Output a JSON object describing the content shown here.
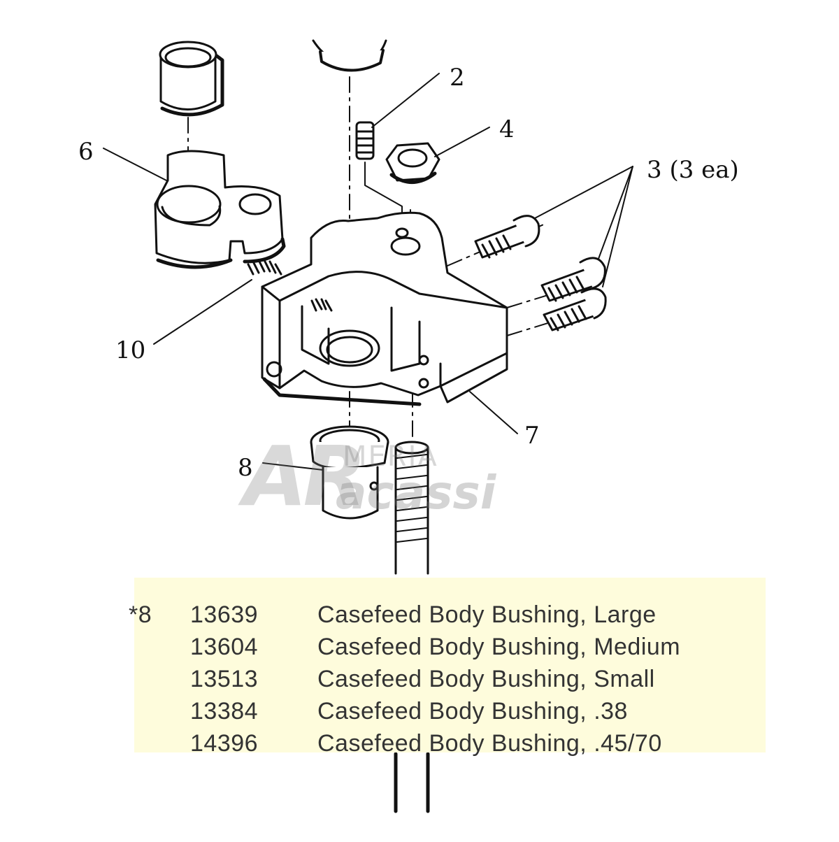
{
  "callouts": {
    "c2": "2",
    "c4": "4",
    "c3": "3 (3 ea)",
    "c6": "6",
    "c10": "10",
    "c7": "7",
    "c8": "8"
  },
  "watermark": {
    "top": "MERIA",
    "bottom": "acassi"
  },
  "parts": [
    {
      "ref": "*8",
      "number": "13639",
      "description": "Casefeed Body Bushing, Large"
    },
    {
      "ref": "",
      "number": "13604",
      "description": "Casefeed Body Bushing, Medium"
    },
    {
      "ref": "",
      "number": "13513",
      "description": "Casefeed Body Bushing, Small"
    },
    {
      "ref": "",
      "number": "13384",
      "description": "Casefeed Body Bushing, .38"
    },
    {
      "ref": "",
      "number": "14396",
      "description": "Casefeed Body Bushing, .45/70"
    }
  ],
  "colors": {
    "panel": "#fefcdc",
    "ink": "#111111",
    "text": "#333333"
  }
}
